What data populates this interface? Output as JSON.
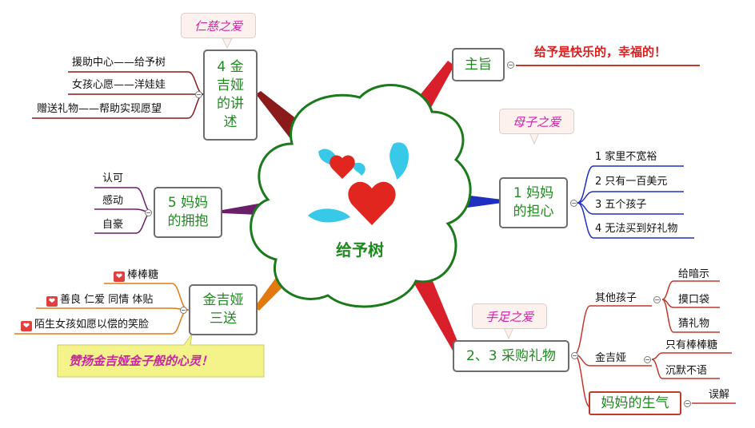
{
  "center": {
    "title": "给予树",
    "icon": "winged-hearts-icon"
  },
  "main_theme": {
    "label": "主旨",
    "text": "给予是快乐的，幸福的！"
  },
  "branch_1": {
    "bubble": "母子之爱",
    "label": "1 妈妈\n的担心",
    "items": [
      "1 家里不宽裕",
      "2 只有一百美元",
      "3 五个孩子",
      "4 无法买到好礼物"
    ]
  },
  "branch_23": {
    "bubble": "手足之爱",
    "label": "2、3 采购礼物",
    "groups": [
      {
        "label": "其他孩子",
        "items": [
          "给暗示",
          "摸口袋",
          "猜礼物"
        ]
      },
      {
        "label": "金吉娅",
        "items": [
          "只有棒棒糖",
          "沉默不语"
        ]
      },
      {
        "label": "妈妈的生气",
        "items": [
          "误解"
        ]
      }
    ]
  },
  "branch_4": {
    "bubble": "仁慈之爱",
    "label": "4 金\n吉娅\n的讲\n述",
    "items": [
      "援助中心——给予树",
      "女孩心愿——洋娃娃",
      "赠送礼物——帮助实现愿望"
    ]
  },
  "branch_5": {
    "label": "5 妈妈\n的拥抱",
    "items": [
      "认可",
      "感动",
      "自豪"
    ]
  },
  "branch_send": {
    "label": "金吉娅\n三送",
    "items": [
      "棒棒糖",
      "善良 仁爱 同情 体贴",
      "陌生女孩如愿以偿的笑脸"
    ],
    "note": "赞扬金吉娅金子般的心灵！"
  },
  "colors": {
    "green": "#1f8a1f",
    "red": "#c0392b",
    "blue": "#1f2fbf",
    "darkred": "#8b1a1a",
    "purple": "#6b1f6b",
    "orange": "#e07a10",
    "navy": "#1a1a7a"
  }
}
